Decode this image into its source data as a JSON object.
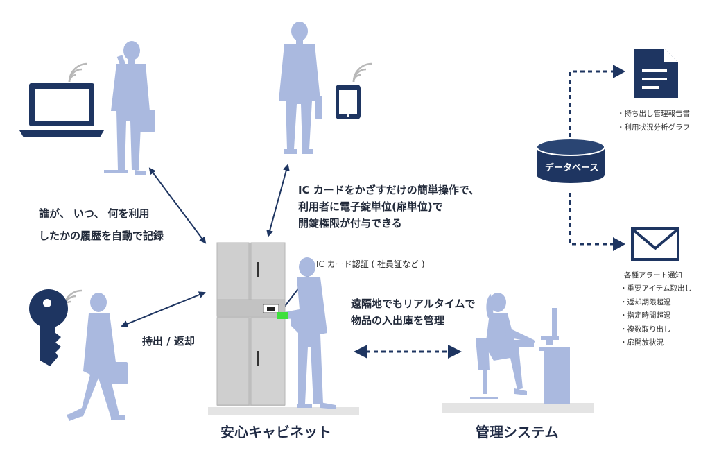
{
  "colors": {
    "navy": "#1e3561",
    "silhouette": "#aab9df",
    "cabinet": "#c9c9c9",
    "floor": "#e4e4e4",
    "card_reader": "#3ee03e"
  },
  "icons": [
    "laptop-icon",
    "smartphone-icon",
    "key-icon",
    "document-icon",
    "mail-icon",
    "database-icon",
    "wireless-signal-icon"
  ],
  "history_note": {
    "line1": "誰が、 いつ、 何を利用",
    "line2": "したかの履歴を自動で記録"
  },
  "ic_card_note": {
    "line1": "IC カードをかざすだけの簡単操作で、",
    "line2": "利用者に電子錠単位(扉単位)で",
    "line3": "開錠権限が付与できる"
  },
  "ic_auth_label": "IC カード認証 ( 社員証など )",
  "checkout_label": "持出 / 返却",
  "remote_note": {
    "line1": "遠隔地でもリアルタイムで",
    "line2": "物品の入出庫を管理"
  },
  "database_label": "データベース",
  "report_items": [
    "持ち出し管理報告書",
    "利用状況分析グラフ"
  ],
  "alert_heading": "各種アラート通知",
  "alert_items": [
    "重要アイテム取出し",
    "返却期限超過",
    "指定時間超過",
    "複数取り出し",
    "扉開放状況"
  ],
  "cabinet_caption": "安心キャビネット",
  "system_caption": "管理システム"
}
